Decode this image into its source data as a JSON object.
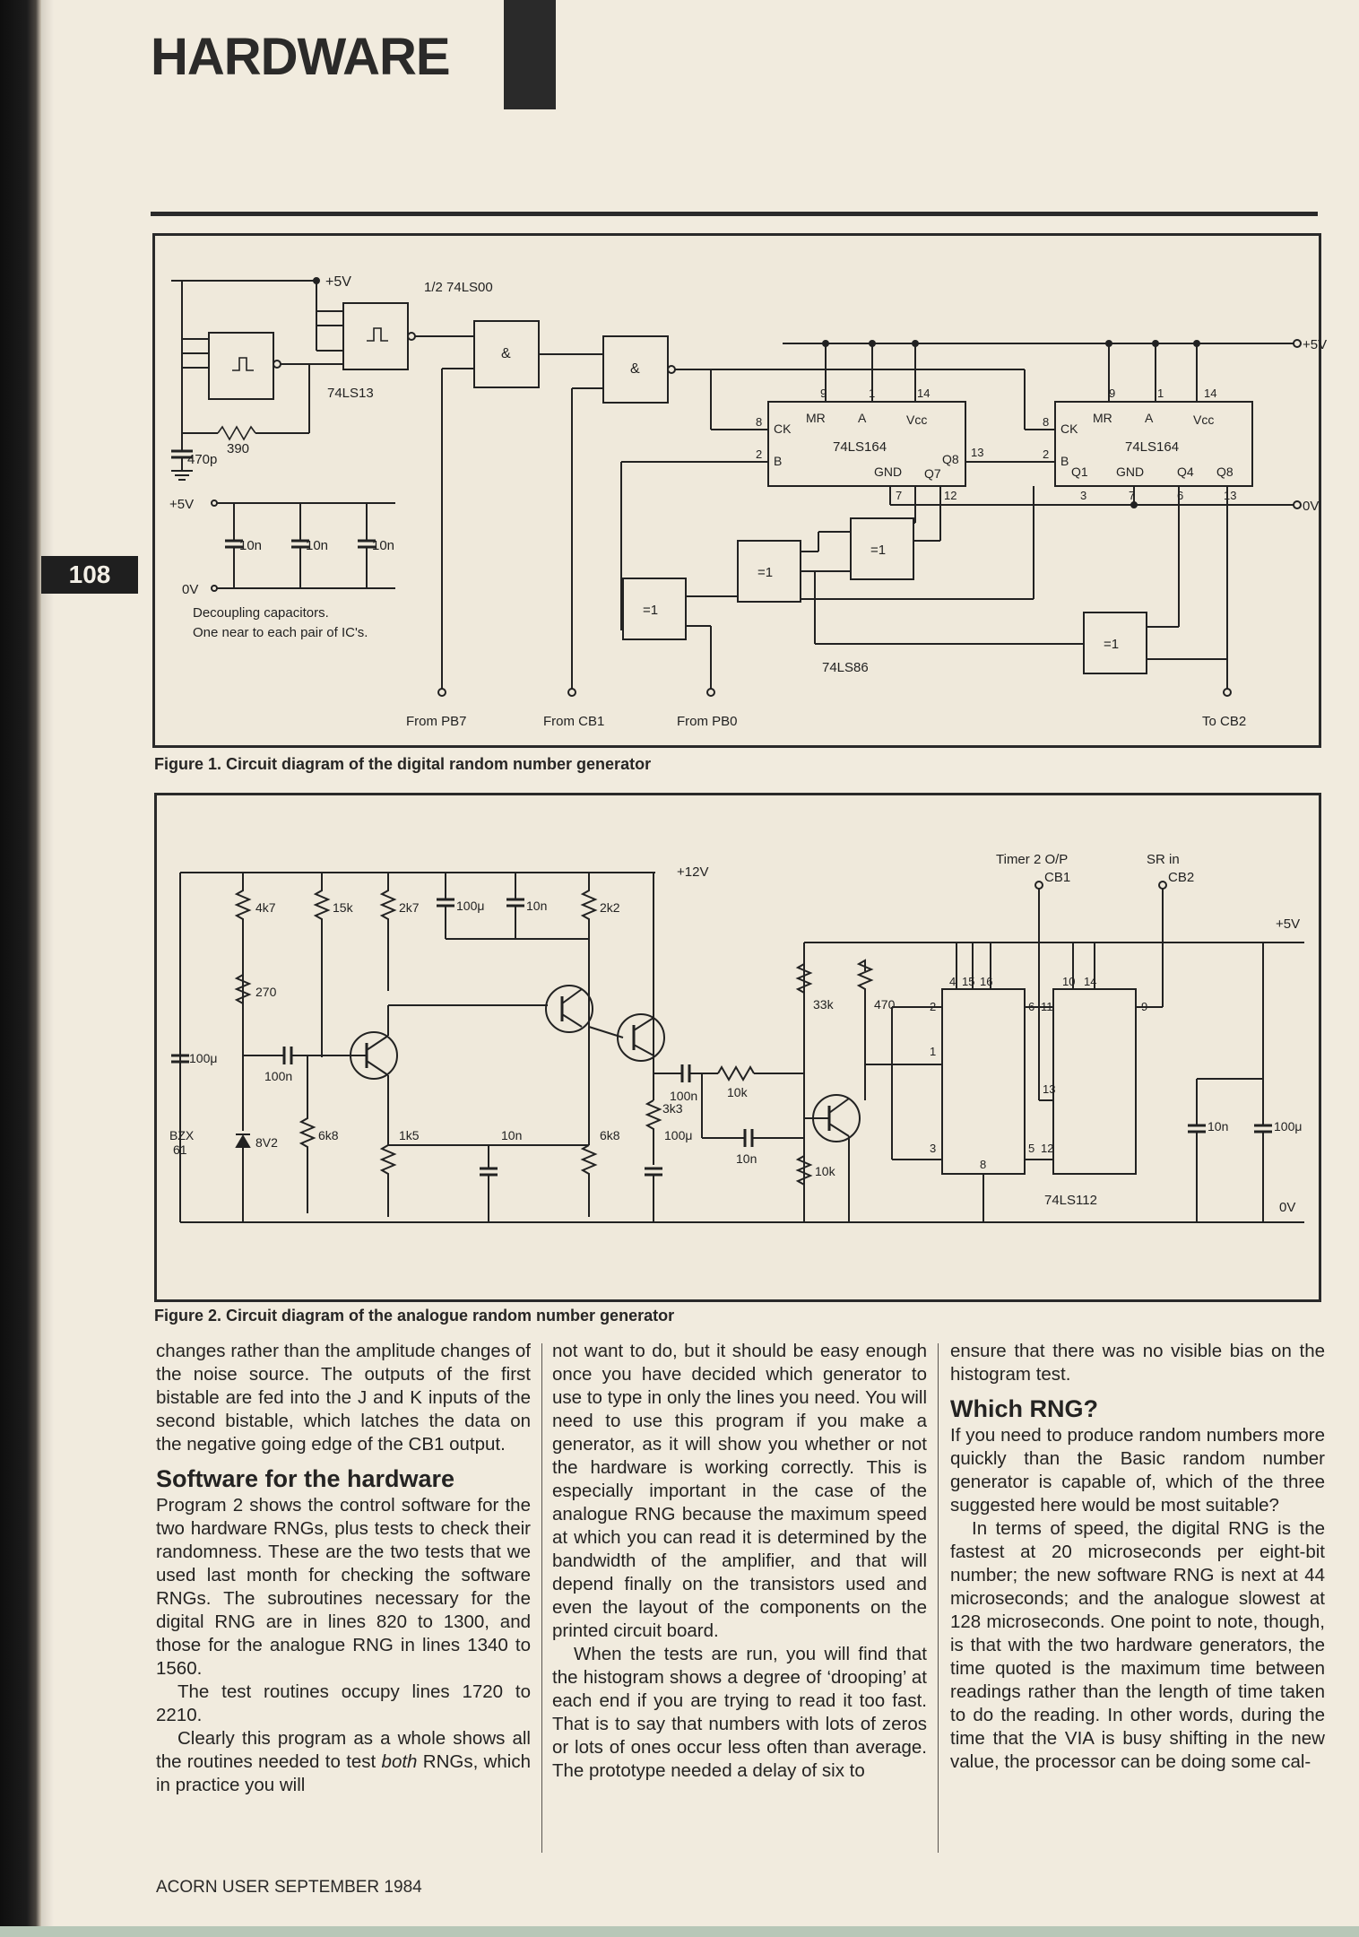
{
  "header": {
    "section": "HARDWARE",
    "page_number": "108"
  },
  "figure1": {
    "caption": "Figure 1. Circuit diagram of the digital random number generator",
    "labels": {
      "v5_top": "+5V",
      "half_ls00": "1/2 74LS00",
      "ls13": "74LS13",
      "r390": "390",
      "c470p": "470p",
      "v5_left": "+5V",
      "c10n_1": "10n",
      "c10n_2": "10n",
      "c10n_3": "10n",
      "v0_left": "0V",
      "decoupling_1": "Decoupling capacitors.",
      "decoupling_2": "One near to each pair of IC's.",
      "nand_a": "&",
      "nand_b": "&",
      "ls164_a": "74LS164",
      "ls164_b": "74LS164",
      "ls86": "74LS86",
      "xor_1": "=1",
      "xor_2": "=1",
      "xor_3": "=1",
      "xor_4": "=1",
      "from_pb7": "From PB7",
      "from_cb1": "From CB1",
      "from_pb0": "From PB0",
      "to_cb2": "To CB2",
      "v5_right": "+5V",
      "v0_right": "0V",
      "pin_ck": "CK",
      "pin_b": "B",
      "pin_mr": "MR",
      "pin_a": "A",
      "pin_vcc": "Vcc",
      "pin_gnd": "GND",
      "pin_q8": "Q8",
      "pin_q7": "Q7",
      "pin_q1": "Q1",
      "pin_q4": "Q4",
      "n8": "8",
      "n2": "2",
      "n9": "9",
      "n1": "1",
      "n14": "14",
      "n13": "13",
      "n7": "7",
      "n12": "12",
      "n3": "3",
      "n6": "6"
    }
  },
  "figure2": {
    "caption": "Figure 2. Circuit diagram of the analogue random number generator",
    "labels": {
      "v12": "+12V",
      "r4k7": "4k7",
      "r15k": "15k",
      "r2k7": "2k7",
      "c100u_a": "100μ",
      "c10n_a": "10n",
      "r2k2": "2k2",
      "r270": "270",
      "c100u_b": "100μ",
      "c100n_a": "100n",
      "bzx": "BZX",
      "bzx_61": "61",
      "z8v2": "8V2",
      "r6k8_a": "6k8",
      "r1k5": "1k5",
      "c10n_b": "10n",
      "r6k8_b": "6k8",
      "c100u_c": "100μ",
      "c100n_b": "100n",
      "r10k_a": "10k",
      "r3k3": "3k3",
      "c10n_c": "10n",
      "r10k_b": "10k",
      "r33k": "33k",
      "r470": "470",
      "timer": "Timer 2 O/P",
      "cb1": "CB1",
      "sr_in": "SR in",
      "cb2": "CB2",
      "v5": "+5V",
      "ls112": "74LS112",
      "c10n_d": "10n",
      "c100u_d": "100μ",
      "ov": "0V",
      "p4": "4",
      "p15": "15",
      "p16": "16",
      "p10": "10",
      "p14": "14",
      "p2": "2",
      "p6": "6",
      "p11": "11",
      "p9": "9",
      "p1": "1",
      "p13": "13",
      "p3": "3",
      "p5": "5",
      "p12": "12",
      "p8": "8"
    }
  },
  "column1": {
    "p1": "changes rather than the amplitude changes of the noise source. The outputs of the first bistable are fed into the J and K inputs of the second bistable, which latches the data on the negative going edge of the CB1 output.",
    "h_software": "Software for the hardware",
    "p2": "Program 2 shows the control software for the two hardware RNGs, plus tests to check their randomness. These are the two tests that we used last month for checking the software RNGs. The subroutines necessary for the digital RNG are in lines 820 to 1300, and those for the analogue RNG in lines 1340 to 1560.",
    "p3": "The test routines occupy lines 1720 to 2210.",
    "p4a": "Clearly this program as a whole shows all the routines needed to test ",
    "p4_em": "both",
    "p4b": " RNGs, which in practice you will"
  },
  "column2": {
    "p1": "not want to do, but it should be easy enough once you have decided which generator to use to type in only the lines you need. You will need to use this program if you make a generator, as it will show you whether or not the hardware is working correctly. This is especially important in the case of the analogue RNG because the maximum speed at which you can read it is determined by the bandwidth of the amplifier, and that will depend finally on the transistors used and even the layout of the components on the printed circuit board.",
    "p2": "When the tests are run, you will find that the histogram shows a degree of ‘drooping’ at each end if you are trying to read it too fast. That is to say that numbers with lots of zeros or lots of ones occur less often than average. The prototype needed a delay of six to"
  },
  "column3": {
    "p1": "ensure that there was no visible bias on the histogram test.",
    "h_which": "Which RNG?",
    "p2": "If you need to produce random numbers more quickly than the Basic random number generator is capable of, which of the three suggested here would be most suitable?",
    "p3": "In terms of speed, the digital RNG is the fastest at 20 microseconds per eight-bit number; the new software RNG is next at 44 microseconds; and the analogue slowest at 128 microseconds. One point to note, though, is that with the two hardware generators, the time quoted is the maximum time between readings rather than the length of time taken to do the reading. In other words, during the time that the VIA is busy shifting in the new value, the processor can be doing some cal-"
  },
  "footer": {
    "text": "ACORN USER SEPTEMBER 1984"
  }
}
